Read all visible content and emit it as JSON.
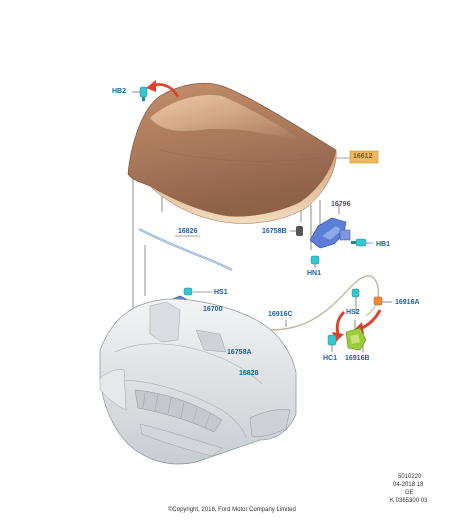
{
  "colors": {
    "label": "#1f5fa8",
    "leader": "#444444",
    "hood_highlight": "#e6b98f",
    "hood_dark": "#b07a55",
    "bumper": "#dfe2e6",
    "clip_cyan": "#35c7d0",
    "part_blue": "#5b7fd6",
    "accent_red": "#e0402b",
    "green_part": "#9ccc3a",
    "tag_fill": "#f0b95c"
  },
  "labels": {
    "hb2": "HB2",
    "p16612": "16612",
    "p16796": "16796",
    "p16758b": "16758B",
    "hb1": "HB1",
    "hn1": "HN1",
    "p16826": "16826",
    "hs1": "HS1",
    "p16700": "16700",
    "p16916c": "16916C",
    "p16916a": "16916A",
    "hs2": "HS2",
    "hc1": "HC1",
    "p16916b": "16916B",
    "p16758a": "16758A",
    "p16828": "16828"
  },
  "footer": {
    "code1": "5010220",
    "date": "04-2018 18",
    "region": "GE",
    "ref": "K 0365300 03",
    "copyright": "©Copyright, 2018, Ford Motor Company Limited"
  }
}
